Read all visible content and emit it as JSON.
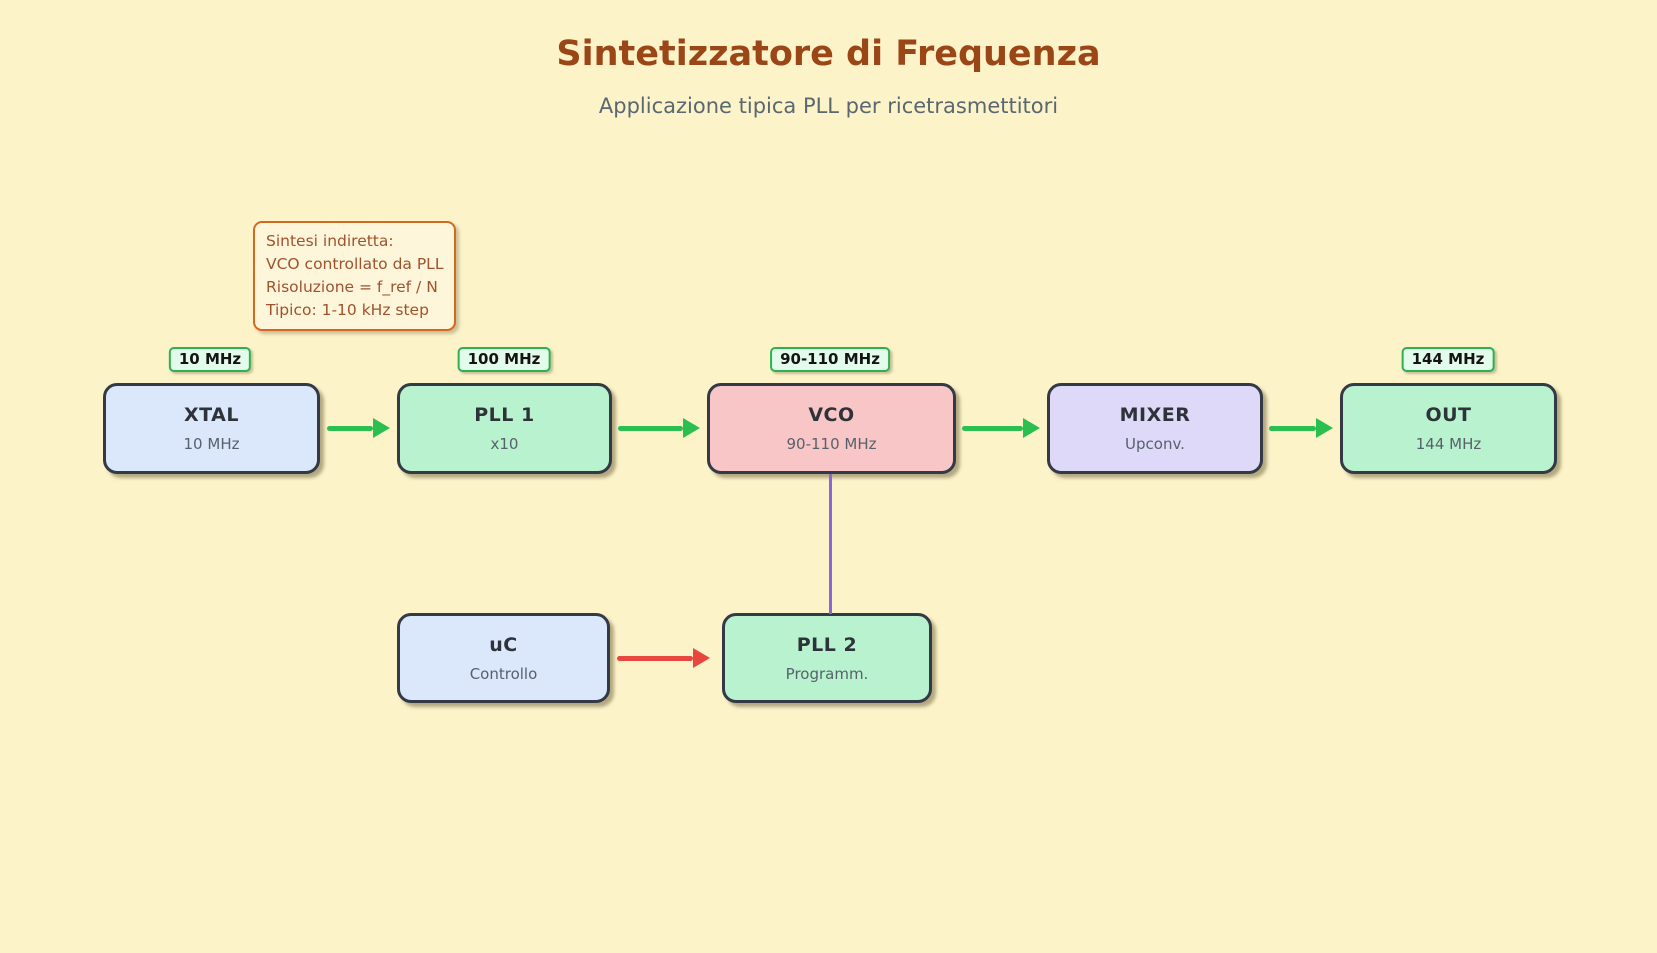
{
  "header": {
    "title": "Sintetizzatore di Frequenza",
    "subtitle": "Applicazione tipica PLL per ricetrasmettitori"
  },
  "note": {
    "lines": [
      "Sintesi indiretta:",
      "VCO controllato da PLL",
      "Risoluzione = f_ref / N",
      "Tipico: 1-10 kHz step"
    ]
  },
  "badges": [
    {
      "label": "10 MHz"
    },
    {
      "label": "100 MHz"
    },
    {
      "label": "90-110 MHz"
    },
    {
      "label": "144 MHz"
    }
  ],
  "blocks": [
    {
      "title": "XTAL",
      "subtitle": "10 MHz"
    },
    {
      "title": "PLL 1",
      "subtitle": "x10"
    },
    {
      "title": "VCO",
      "subtitle": "90-110 MHz"
    },
    {
      "title": "MIXER",
      "subtitle": "Upconv."
    },
    {
      "title": "OUT",
      "subtitle": "144 MHz"
    },
    {
      "title": "uC",
      "subtitle": "Controllo"
    },
    {
      "title": "PLL 2",
      "subtitle": "Programm."
    }
  ],
  "colors": {
    "background": "#fcf3c9",
    "title_text": "#9b4616",
    "subtitle_text": "#5a6771",
    "note_border": "#d2691e",
    "note_text": "#a0522d",
    "note_fill": "#fdf6da",
    "block_border": "#333a46",
    "block_blue_fill": "#dbe8fb",
    "block_green_fill": "#b9f2cf",
    "block_pink_fill": "#f9c6c8",
    "block_purple_fill": "#ded9f8",
    "badge_fill": "#e3fbea",
    "badge_border": "#2eb14e",
    "arrow_green": "#2abf4e",
    "arrow_red": "#e8473f",
    "line_purple": "#8d64e0"
  }
}
